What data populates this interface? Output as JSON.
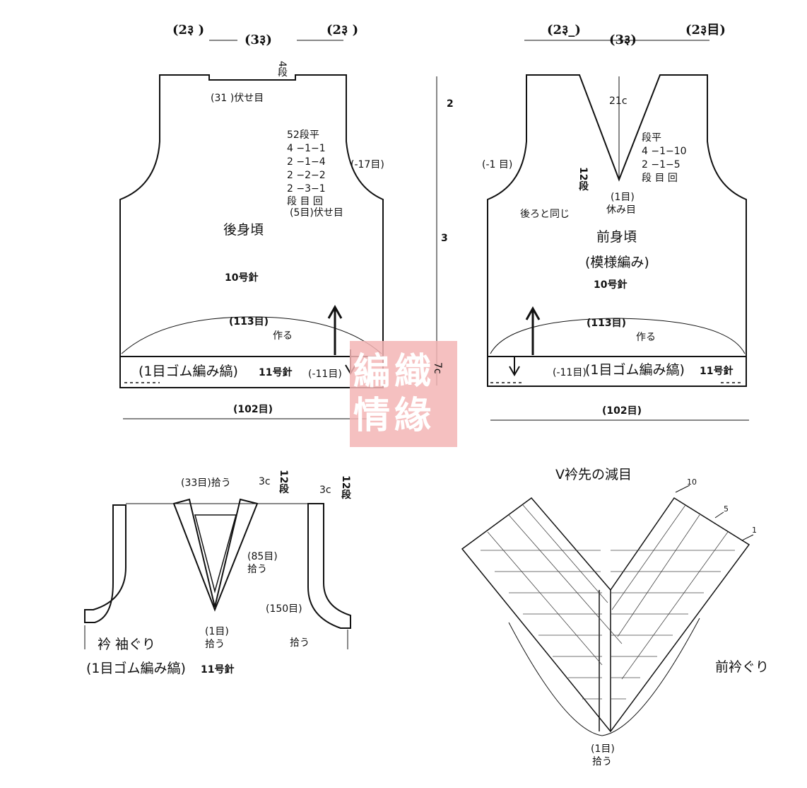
{
  "back_panel": {
    "shoulder_left": "(2३ )",
    "neck_top": "(3३)",
    "shoulder_right": "(2३ )",
    "neck_rows": "4段",
    "neck_bindoff": "(31 )伏せ目",
    "armhole_table": [
      "52段平",
      "4 −1−1",
      "2 −1−4",
      "2 −2−2",
      "2 −3−1",
      "段 目 回"
    ],
    "armhole_dec": "(-17目)",
    "armhole_bindoff": "(5目)伏せ目",
    "title": "後身頃",
    "needle": "10号針",
    "cast_on_count": "(113目)",
    "cast_on": "作る",
    "rib_label": "(1目ゴム編み縞)",
    "rib_needle": "11号針",
    "rib_dec": "(-11目)",
    "width": "(102目)"
  },
  "side_dims": {
    "top": "2",
    "middle": "3",
    "bottom": "7c"
  },
  "front_panel": {
    "shoulder_left": "(2३_)",
    "neck_top": "(3३)",
    "shoulder_right": "(2३目)",
    "v_depth": "21c",
    "v_table": [
      "段平",
      "4 −1−10",
      "2 −1−5",
      "段 目 回"
    ],
    "armhole_dec": "(-1 目)",
    "v_rows": "12段",
    "center_st": "(1目)",
    "center_hold": "休み目",
    "same_as_back": "後ろと同じ",
    "title": "前身頃",
    "pattern": "(模様編み)",
    "needle": "10号針",
    "cast_on_count": "(113目)",
    "cast_on": "作る",
    "rib_dec": "(-11目)",
    "rib_label": "(1目ゴム編み縞)",
    "rib_needle": "11号針",
    "width": "(102目)"
  },
  "seal_text": "編織情緣",
  "collar": {
    "pickup_back": "(33目)拾う",
    "band_width_left": "3c",
    "band_rows_left": "12段",
    "band_width_right": "3c",
    "band_rows_right": "12段",
    "pickup_side_count": "(85目)",
    "pickup_side": "拾う",
    "center_count": "(1目)",
    "center_pickup": "拾う",
    "armhole_count": "(150目)",
    "armhole_pickup": "拾う",
    "title": "衿 袖ぐり",
    "rib_label": "(1目ゴム編み縞)",
    "needle": "11号針"
  },
  "v_chart": {
    "title": "V衿先の減目",
    "row_10": "10",
    "row_5": "5",
    "row_1": "1",
    "center_count": "(1目)",
    "center_pickup": "拾う",
    "neckline": "前衿ぐり"
  }
}
